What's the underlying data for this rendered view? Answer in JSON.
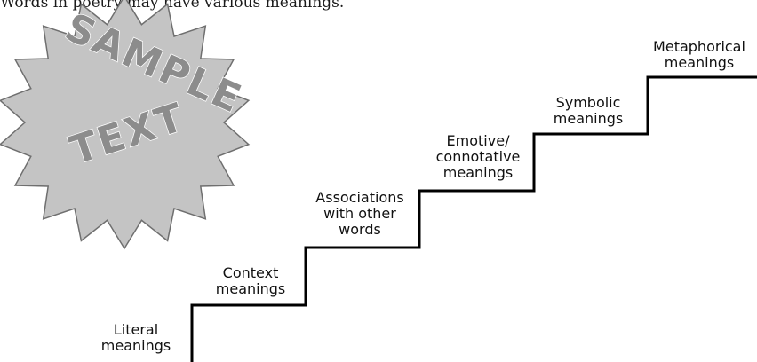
{
  "intro_text": "Words in poetry may have various meanings.",
  "watermark": {
    "line1": "SAMPLE",
    "line2": "TEXT",
    "fill_color": "#c4c4c4",
    "stroke_color": "#6f6f6f"
  },
  "staircase": {
    "line_color": "#000000",
    "steps": [
      {
        "label": "Literal\nmeanings"
      },
      {
        "label": "Context\nmeanings"
      },
      {
        "label": "Associations\nwith other\nwords"
      },
      {
        "label": "Emotive/\nconnotative\nmeanings"
      },
      {
        "label": "Symbolic\nmeanings"
      },
      {
        "label": "Metaphorical\nmeanings"
      }
    ]
  }
}
